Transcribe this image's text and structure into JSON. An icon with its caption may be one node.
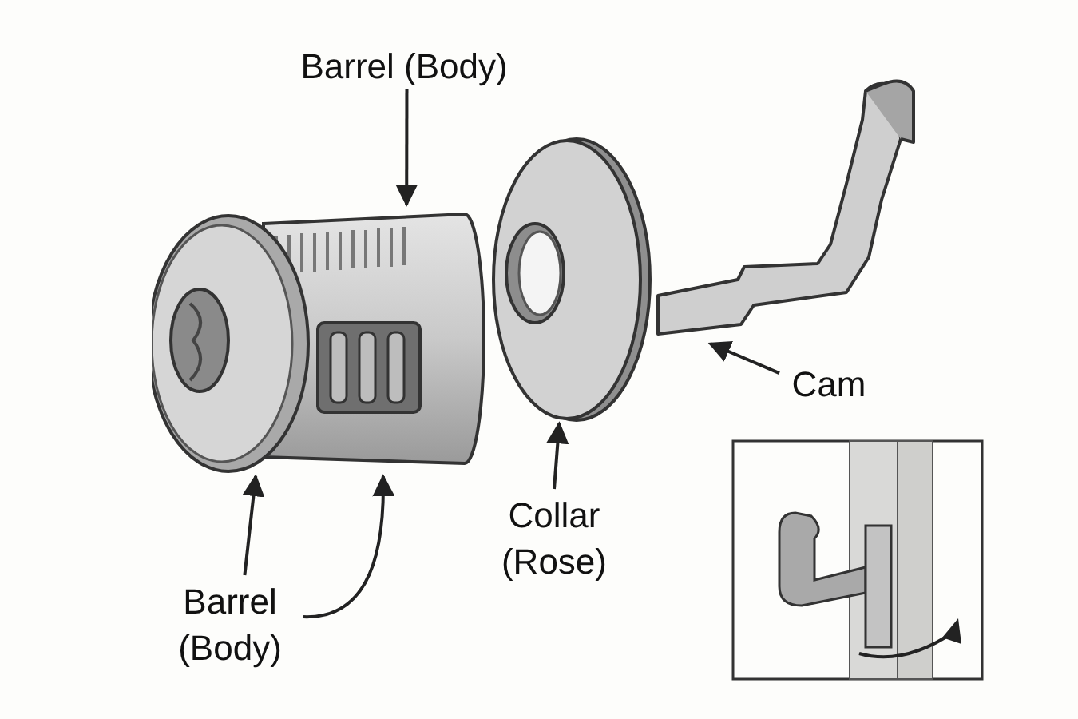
{
  "diagram": {
    "nodes": [
      {
        "text": [
          "Barrel (Body)"
        ]
      },
      {
        "text": [
          "Barrel (Body)"
        ]
      },
      {
        "text": [
          "Collar (Rose)"
        ]
      },
      {
        "text": [
          "Cam"
        ]
      },
      {
        "text": [],
        "shape": "picture"
      },
      {
        "text": [],
        "shape": "picture"
      },
      {
        "text": [],
        "shape": "picture"
      }
    ],
    "edges": [
      {
        "from": 0,
        "to": 4,
        "arrow": "to"
      },
      {
        "from": 1,
        "to": 4,
        "arrow": "to"
      },
      {
        "from": 1,
        "to": 4,
        "arrow": "to"
      },
      {
        "from": 2,
        "to": 5,
        "arrow": "to"
      },
      {
        "from": 3,
        "to": 6,
        "arrow": "to"
      }
    ]
  }
}
